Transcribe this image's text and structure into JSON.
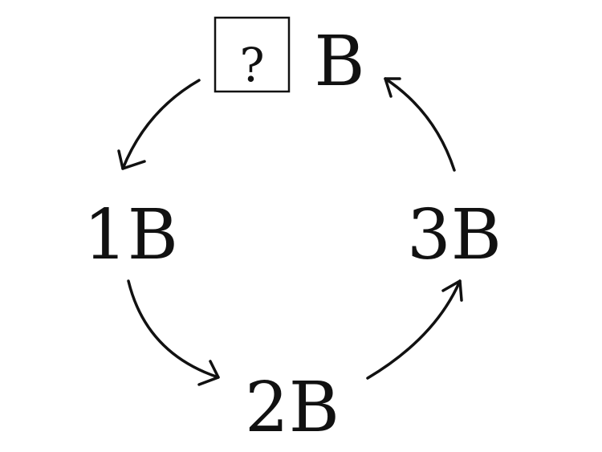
{
  "nodes": {
    "top": {
      "box_text": "?",
      "suffix": "B"
    },
    "left": {
      "label": "1B"
    },
    "bottom": {
      "label": "2B"
    },
    "right": {
      "label": "3B"
    }
  },
  "arrows": [
    {
      "from": "top",
      "to": "left"
    },
    {
      "from": "left",
      "to": "bottom"
    },
    {
      "from": "bottom",
      "to": "right"
    },
    {
      "from": "right",
      "to": "top"
    }
  ],
  "colors": {
    "ink": "#111111",
    "background": "#ffffff"
  }
}
